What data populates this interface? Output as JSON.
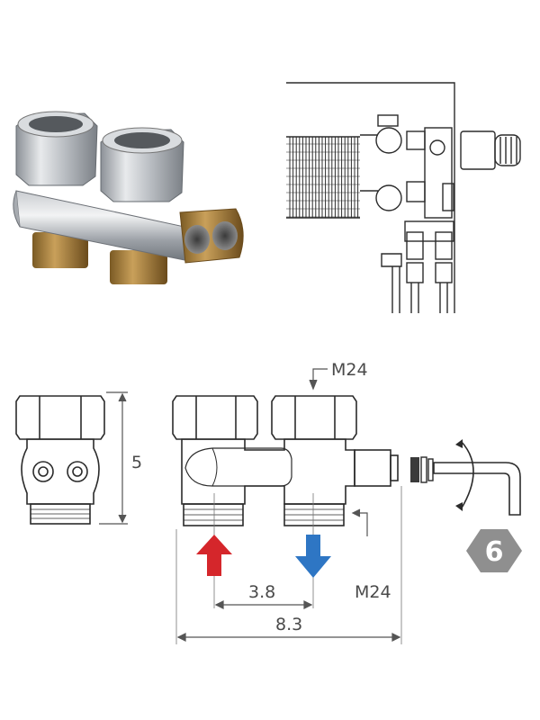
{
  "labels": {
    "top_thread": "M24",
    "side_thread": "M24",
    "height": "5",
    "pipe_spacing": "3.8",
    "total_width": "8.3",
    "hex_key": "6"
  },
  "icons": {
    "inlet_arrow": "red-up-arrow-icon",
    "outlet_arrow": "blue-down-arrow-icon",
    "hex_key_badge": "hexagon-badge-icon",
    "rotation": "curved-rotation-arrow-icon"
  },
  "colors": {
    "inlet": "#d5262b",
    "outlet": "#2e76c4",
    "badge": "#8f8f8f"
  }
}
